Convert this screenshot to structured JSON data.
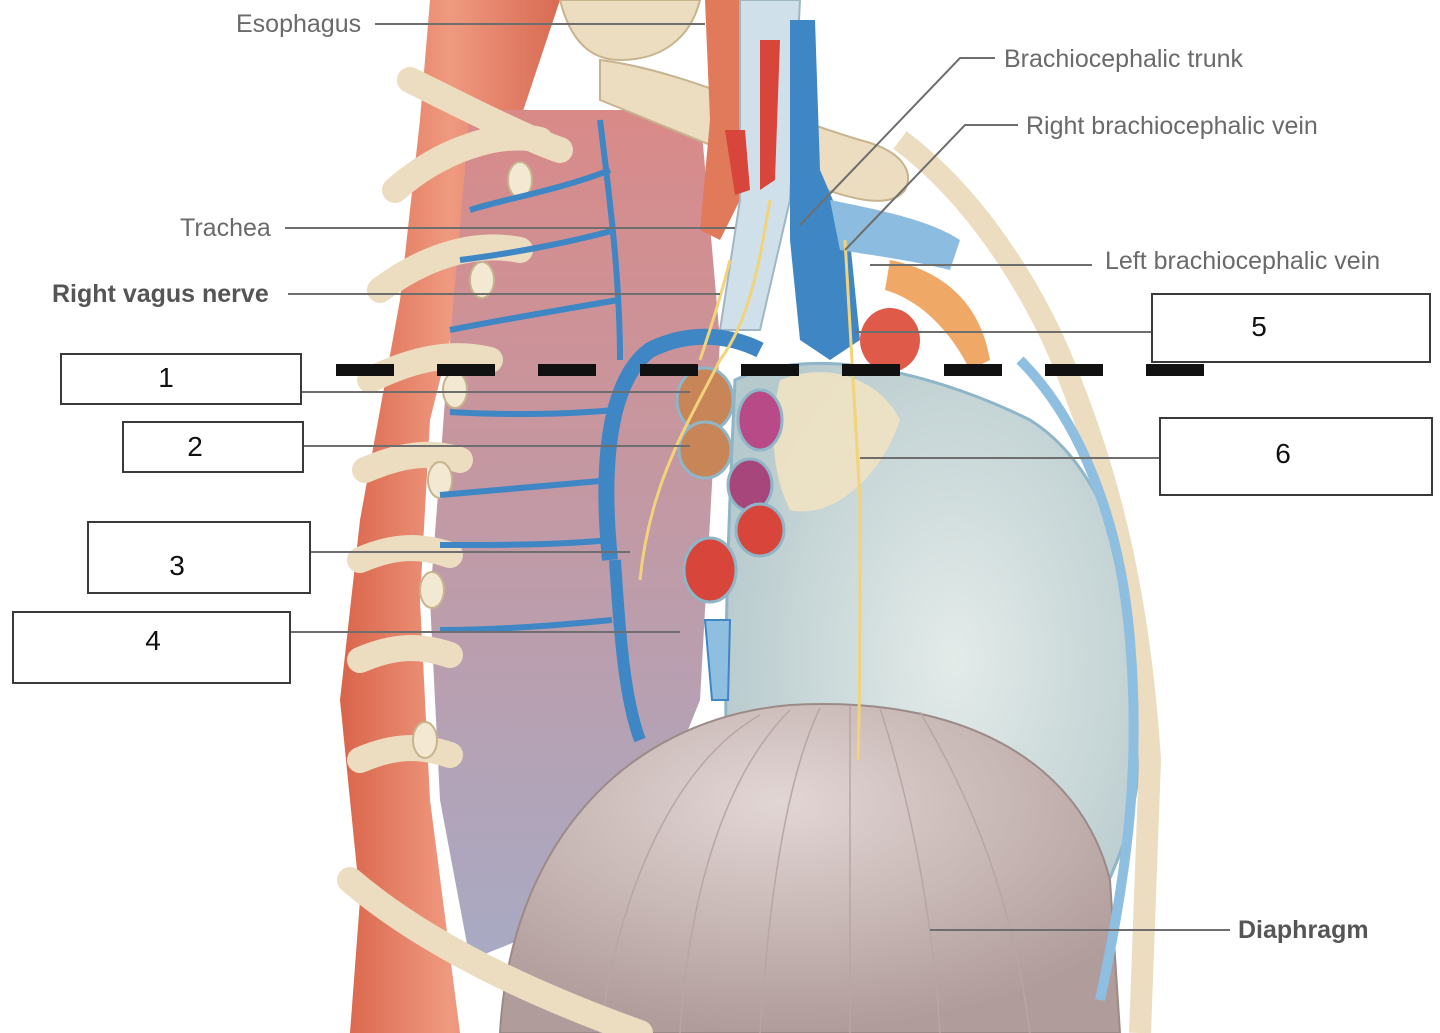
{
  "labels": {
    "esophagus": "Esophagus",
    "brachiocephalic_trunk": "Brachiocephalic trunk",
    "right_brachiocephalic_vein": "Right brachiocephalic vein",
    "trachea": "Trachea",
    "left_brachiocephalic_vein": "Left brachiocephalic vein",
    "right_vagus_nerve": "Right vagus nerve",
    "diaphragm": "Diaphragm"
  },
  "answer_boxes": [
    "1",
    "2",
    "3",
    "4",
    "5",
    "6"
  ],
  "colors": {
    "muscle": "#e8826a",
    "bone": "#ecdcc0",
    "vein": "#3f86c4",
    "artery": "#d8453a",
    "lung_pleura": "#c9d9dc",
    "diaphragm": "#c8b6b4",
    "nerve": "#f2d27a",
    "dashed_line": "#111111"
  }
}
